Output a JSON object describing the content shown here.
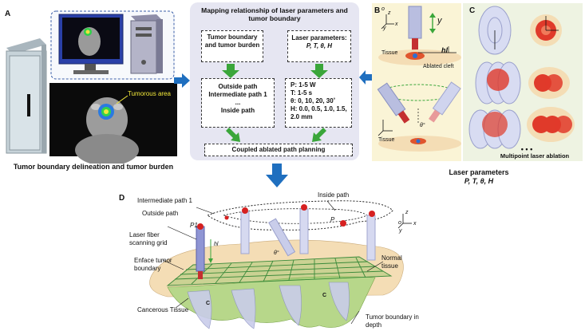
{
  "panel_a": {
    "letter": "A",
    "tumor_label": "Tumorous area",
    "caption": "Tumor boundary delineation and tumor burden"
  },
  "center": {
    "title": "Mapping relationship of laser parameters and tumor boundary",
    "box_tumor": "Tumor boundary and tumor burden",
    "box_laser_title": "Laser parameters:",
    "box_laser_params": "P, T, θ, H",
    "paths": [
      "Outside path",
      "Intermediate path 1",
      "...",
      "Inside path"
    ],
    "params": [
      "P: 1-5 W",
      "T: 1-5 s",
      "θ: 0, 10, 20, 30˚",
      "H: 0.0, 0.5, 1.0, 1.5,",
      "2.0 mm"
    ],
    "bottom": "Coupled ablated path planning"
  },
  "panel_b": {
    "letter": "B",
    "tissue": "Tissue",
    "ablated": "Ablated cleft",
    "tissue2": "Tissue",
    "hl": "hl",
    "y": "y",
    "theta": "θ°",
    "axes": {
      "o": "o",
      "z": "z",
      "x": "x",
      "y": "y"
    }
  },
  "panel_c": {
    "letter": "C",
    "caption": "Multipoint laser ablation",
    "dots": "• • •"
  },
  "laser_caption": {
    "line1": "Laser parameters",
    "line2": "P, T, θ, H"
  },
  "panel_d": {
    "letter": "D",
    "intermediate": "Intermediate path 1",
    "inside": "Inside path",
    "outside": "Outside path",
    "fiber": "Laser fiber scanning grid",
    "enface": "Enface tumor boundary",
    "cancerous": "Cancerous Tissue",
    "normal": "Normal tissue",
    "depth": "Tumor boundary in depth",
    "p1": "P1",
    "p": "P",
    "hl": "hl",
    "theta": "θ°",
    "c": "C",
    "axes": {
      "o": "o",
      "z": "z",
      "x": "x",
      "y": "y"
    }
  },
  "colors": {
    "center_bg": "#e6e6f2",
    "panel_b_bg": "#faf4d6",
    "panel_c_bg": "#eef3e2",
    "arrow_blue": "#1f6fbf",
    "arrow_green": "#3aa63a",
    "tissue": "#f4ddb5",
    "tumor_green": "#8fbf5a",
    "red": "#d62020"
  }
}
